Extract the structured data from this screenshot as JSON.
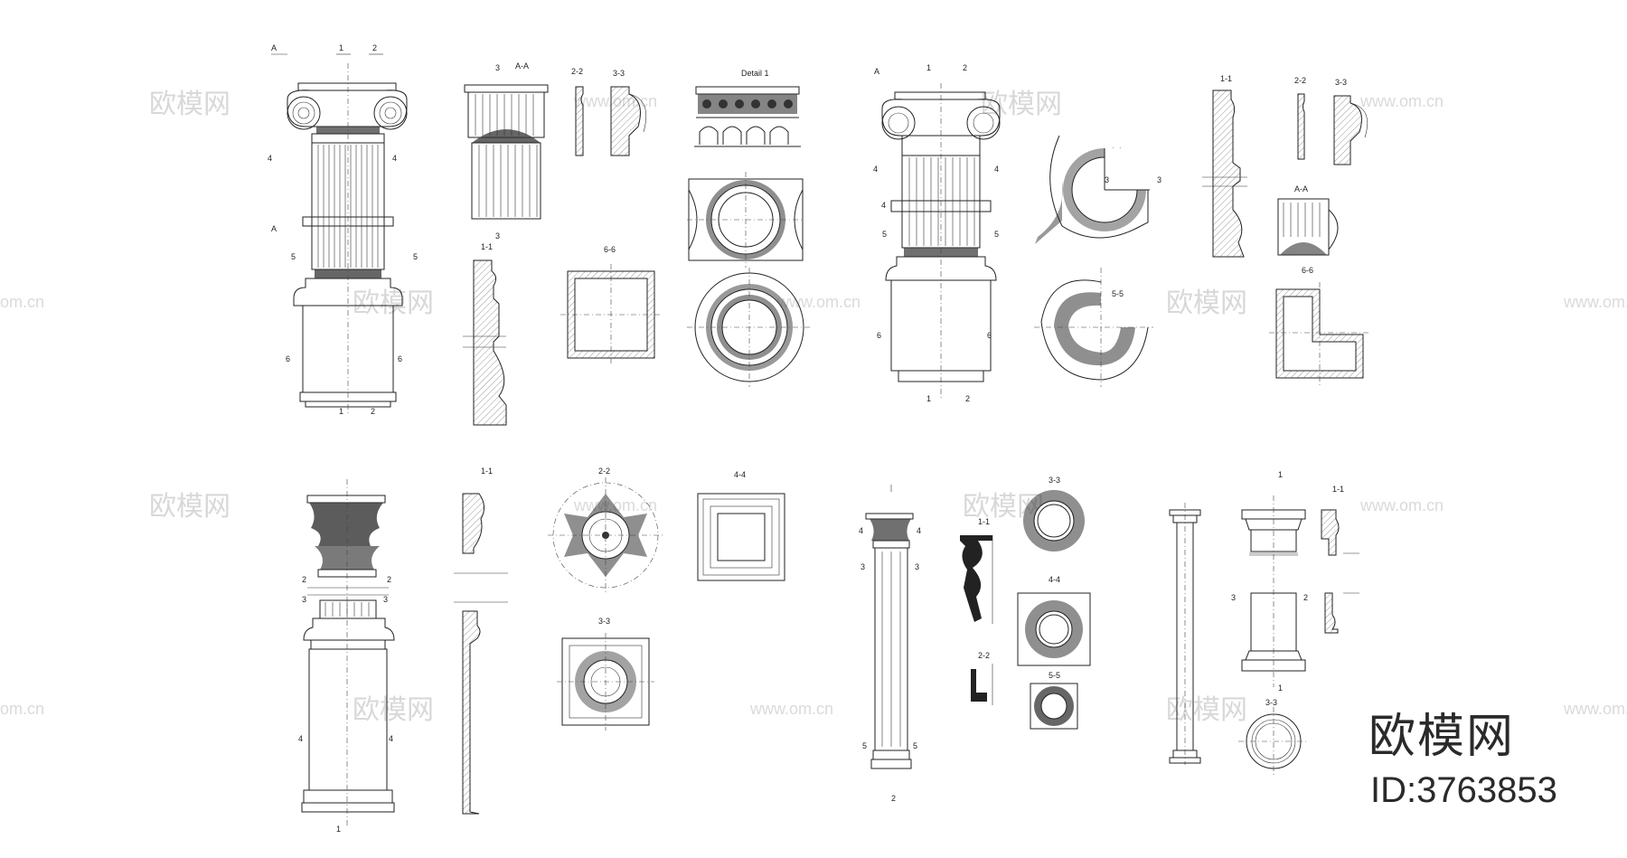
{
  "watermark": {
    "logo": "欧模网",
    "url": "www.om.cn",
    "url_partial": "om.cn"
  },
  "brand": {
    "name": "欧模网",
    "id": "ID:3763853"
  },
  "labels": {
    "A": "A",
    "AA": "A-A",
    "detail1": "Detail 1",
    "s11": "1-1",
    "s22": "2-2",
    "s33": "3-3",
    "s44": "4-4",
    "s55": "5-5",
    "s66": "6-6",
    "n1": "1",
    "n2": "2",
    "n3": "3",
    "n4": "4",
    "n5": "5",
    "n6": "6"
  }
}
